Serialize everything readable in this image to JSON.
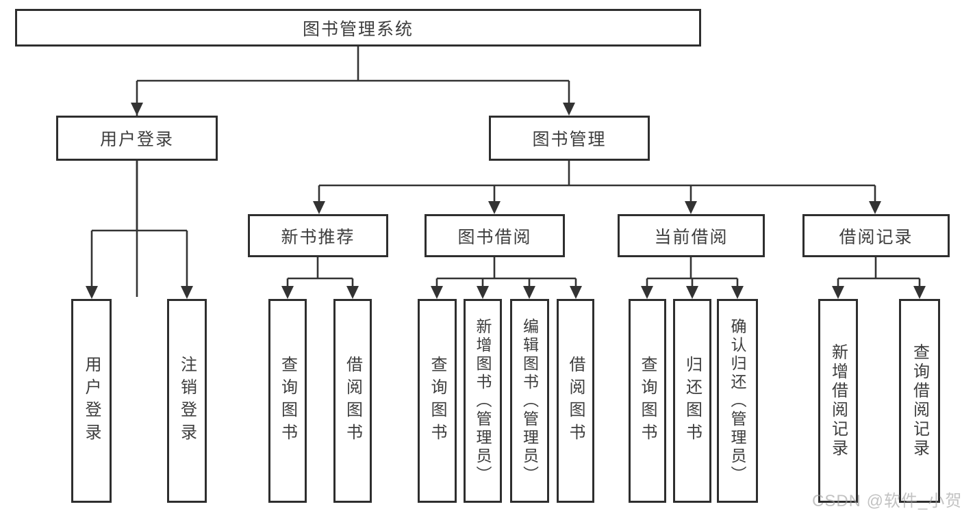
{
  "diagram": {
    "title": "图书管理系统",
    "level2": {
      "user_login": "用户登录",
      "book_mgmt": "图书管理"
    },
    "level3": {
      "new_books": "新书推荐",
      "book_borrow": "图书借阅",
      "current_borrow": "当前借阅",
      "borrow_records": "借阅记录"
    },
    "leaves": {
      "user_login_1": "用户登录",
      "user_logout": "注销登录",
      "nb_query": "查询图书",
      "nb_borrow": "借阅图书",
      "bb_query": "查询图书",
      "bb_add": "新增图书（管理员）",
      "bb_edit": "编辑图书（管理员）",
      "bb_borrow": "借阅图书",
      "cb_query": "查询图书",
      "cb_return": "归还图书",
      "cb_confirm": "确认归还（管理员）",
      "br_add": "新增借阅记录",
      "br_query": "查询借阅记录"
    },
    "watermark": "CSDN @软件_小贺同学",
    "colors": {
      "line": "#333333",
      "box_border": "#2e2e2e",
      "text": "#3d3d3d",
      "watermark": "#9e9e9e",
      "background": "#ffffff"
    }
  }
}
